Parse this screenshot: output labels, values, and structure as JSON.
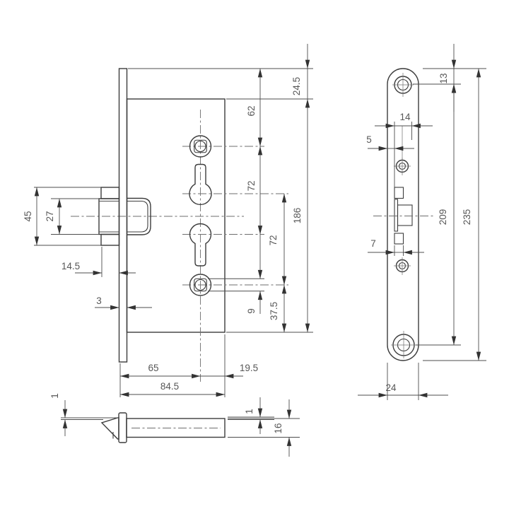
{
  "drawing": {
    "front_view": {
      "dims": {
        "latch_outer_height": "45",
        "latch_body_height": "27",
        "latch_protrusion": "14.5",
        "faceplate_thickness": "3",
        "plate_top_to_case_top": "24.5",
        "plate_top_to_follower": "62",
        "follower_to_cylinder": "72",
        "cylinder_to_follower2": "72",
        "case_height": "186",
        "spindle_square": "9",
        "follower2_to_case_bottom": "37.5",
        "backset": "65",
        "center_to_case_back": "19.5",
        "case_depth": "84.5"
      }
    },
    "faceplate_view": {
      "dims": {
        "top_to_first_screw": "13",
        "cutout_width": "14",
        "edge_to_cutout": "5",
        "aux_cutout_width": "7",
        "screw_spacing": "209",
        "plate_length": "235",
        "plate_width": "24"
      }
    },
    "bottom_view": {
      "dims": {
        "offset_left": "1",
        "offset_right": "1",
        "case_width": "16"
      }
    }
  }
}
